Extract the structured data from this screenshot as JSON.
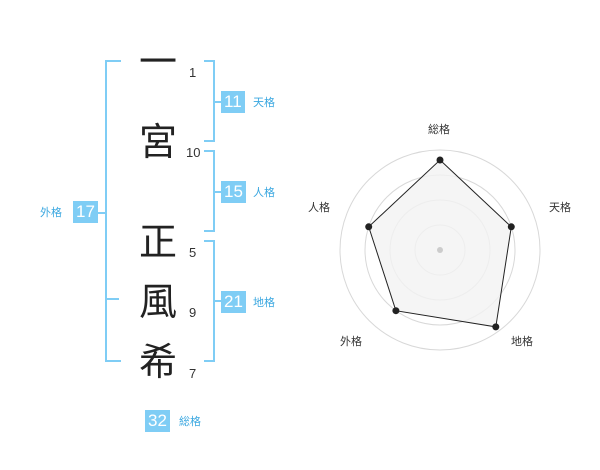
{
  "name": {
    "characters": [
      {
        "char": "一",
        "strokes": "1"
      },
      {
        "char": "宮",
        "strokes": "10"
      },
      {
        "char": "正",
        "strokes": "5"
      },
      {
        "char": "風",
        "strokes": "9"
      },
      {
        "char": "希",
        "strokes": "7"
      }
    ]
  },
  "fortunes": {
    "tenkaku": {
      "value": "11",
      "label": "天格"
    },
    "jinkaku": {
      "value": "15",
      "label": "人格"
    },
    "chikaku": {
      "value": "21",
      "label": "地格"
    },
    "gaikaku": {
      "value": "17",
      "label": "外格"
    },
    "soukaku": {
      "value": "32",
      "label": "総格"
    }
  },
  "colors": {
    "accent": "#7fcdf5",
    "accent_text": "#3aa7e0",
    "radar_fill": "#f2f2f2",
    "radar_ring": "#d8d8d8",
    "radar_line": "#222222"
  },
  "chart_data": {
    "type": "radar",
    "axes": [
      "総格",
      "天格",
      "地格",
      "外格",
      "人格"
    ],
    "values": [
      0.9,
      0.75,
      0.95,
      0.75,
      0.75
    ],
    "range": [
      0,
      1
    ],
    "rings": 4
  }
}
